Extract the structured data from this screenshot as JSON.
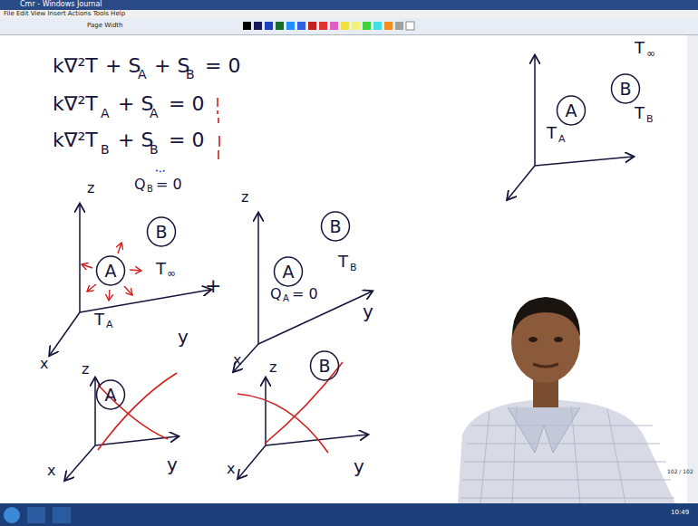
{
  "diagram": {
    "nodes": [
      {
        "text": [
          "A"
        ]
      },
      {
        "text": [
          "B"
        ]
      },
      {
        "text": [
          "A"
        ]
      },
      {
        "text": [
          "B"
        ]
      },
      {
        "text": [
          "A"
        ]
      },
      {
        "text": [
          "B"
        ]
      },
      {
        "text": [
          "A"
        ]
      },
      {
        "text": [
          "B"
        ]
      }
    ],
    "labels": [
      "Cmr - Windows Journal",
      "File  Edit  View  Insert  Actions  Tools  Help",
      "Page Width",
      "k∇²T",
      "+ S",
      "A",
      "+ S",
      "B",
      "= 0",
      "k∇²T",
      "A",
      "+ S",
      "A",
      "= 0",
      "k∇²T",
      "B",
      "+ S",
      "B",
      "= 0",
      "z",
      "Q",
      "B",
      "= 0",
      "T",
      "A",
      "T",
      "∞",
      "y",
      "x",
      "+",
      "z",
      "T",
      "B",
      "Q",
      "A",
      "= 0",
      "y",
      "x",
      "z",
      "x",
      "y",
      "z",
      "x",
      "y",
      "T",
      "A",
      "T",
      "B",
      "T",
      "∞",
      "102 / 102",
      "10:49"
    ]
  }
}
